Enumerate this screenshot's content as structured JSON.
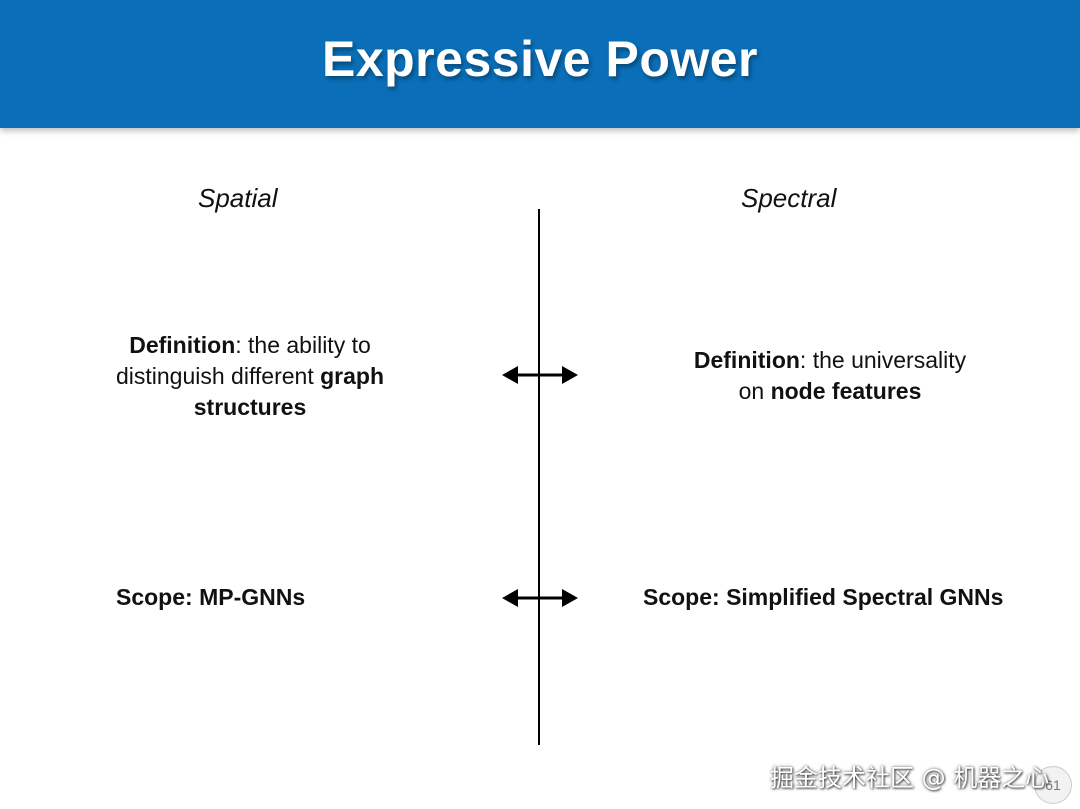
{
  "slide": {
    "title": "Expressive Power",
    "left_heading": "Spatial",
    "right_heading": "Spectral",
    "left_definition": {
      "label": "Definition",
      "line1_rest": ": the ability to",
      "line2_pre": "distinguish different ",
      "line2_bold": "graph",
      "line3_bold": "structures"
    },
    "right_definition": {
      "label": "Definition",
      "line1_rest": ": the universality",
      "line2_pre": "on ",
      "line2_bold": "node features"
    },
    "left_scope": "Scope: MP-GNNs",
    "right_scope": "Scope: Simplified Spectral GNNs",
    "page_number": "61"
  },
  "watermark": "掘金技术社区 @ 机器之心",
  "colors": {
    "header": "#0a6fb8",
    "title_text": "#ffffff",
    "body_text": "#111111"
  },
  "icons": {
    "definition_arrow": "double-headed-arrow",
    "scope_arrow": "double-headed-arrow"
  }
}
